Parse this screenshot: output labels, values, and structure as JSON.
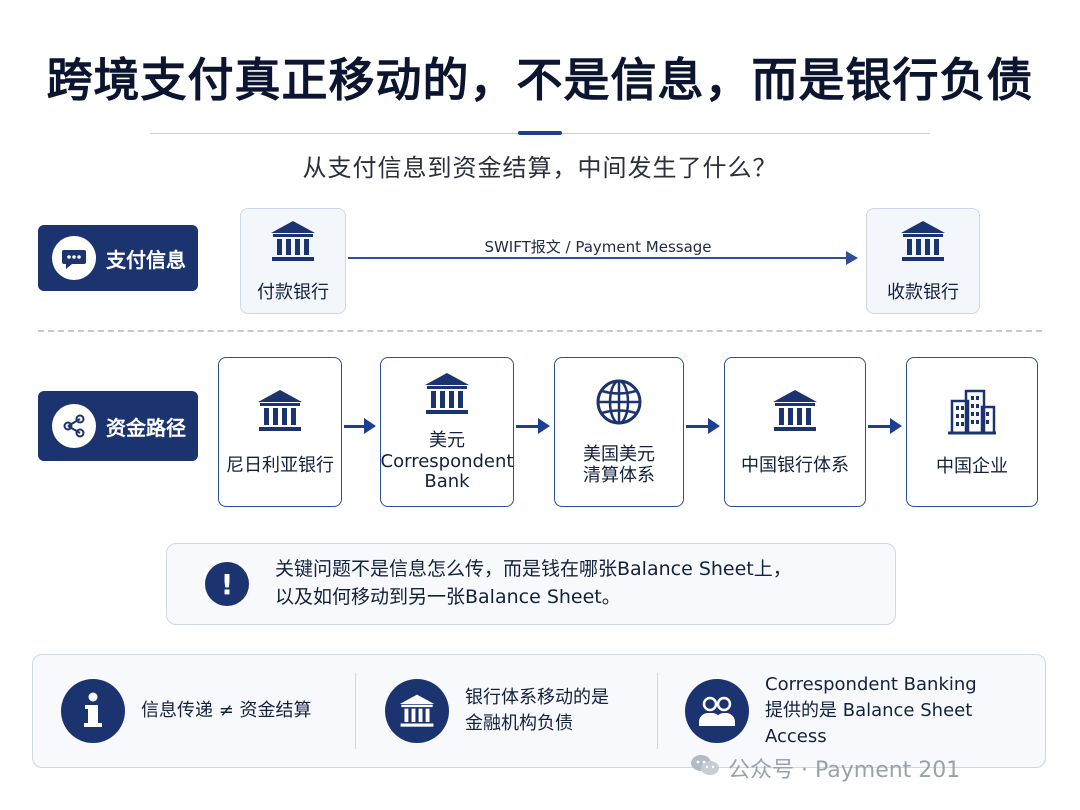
{
  "title": "跨境支付真正移动的，不是信息，而是银行负债",
  "subtitle": "从支付信息到资金结算，中间发生了什么？",
  "row1": {
    "pill_label": "支付信息",
    "pill_icon": "chat-bubble-icon",
    "sender": "付款银行",
    "receiver": "收款银行",
    "message_label": "SWIFT报文 / Payment Message"
  },
  "row2": {
    "pill_label": "资金路径",
    "pill_icon": "share-nodes-icon",
    "nodes": [
      {
        "line1": "尼日利亚银行",
        "line2": "",
        "line3": "",
        "icon": "bank-icon"
      },
      {
        "line1": "美元",
        "line2": "Correspondent",
        "line3": "Bank",
        "icon": "bank-icon"
      },
      {
        "line1": "美国美元",
        "line2": "清算体系",
        "line3": "",
        "icon": "globe-icon"
      },
      {
        "line1": "中国银行体系",
        "line2": "",
        "line3": "",
        "icon": "bank-icon"
      },
      {
        "line1": "中国企业",
        "line2": "",
        "line3": "",
        "icon": "building-icon"
      }
    ]
  },
  "callout": {
    "line1": "关键问题不是信息怎么传，而是钱在哪张Balance Sheet上，",
    "line2": "以及如何移动到另一张Balance Sheet。"
  },
  "bottom": [
    {
      "line1": "信息传递 ≠ 资金结算",
      "line2": "",
      "icon": "info-icon"
    },
    {
      "line1": "银行体系移动的是",
      "line2": "金融机构负债",
      "icon": "bank-icon"
    },
    {
      "line1": "Correspondent Banking",
      "line2": "提供的是 Balance Sheet Access",
      "icon": "users-icon"
    }
  ],
  "watermark": "公众号 · Payment 201",
  "colors": {
    "navy": "#1b3470",
    "accent": "#2d4e9a",
    "soft_bg": "#f3f6fb"
  }
}
